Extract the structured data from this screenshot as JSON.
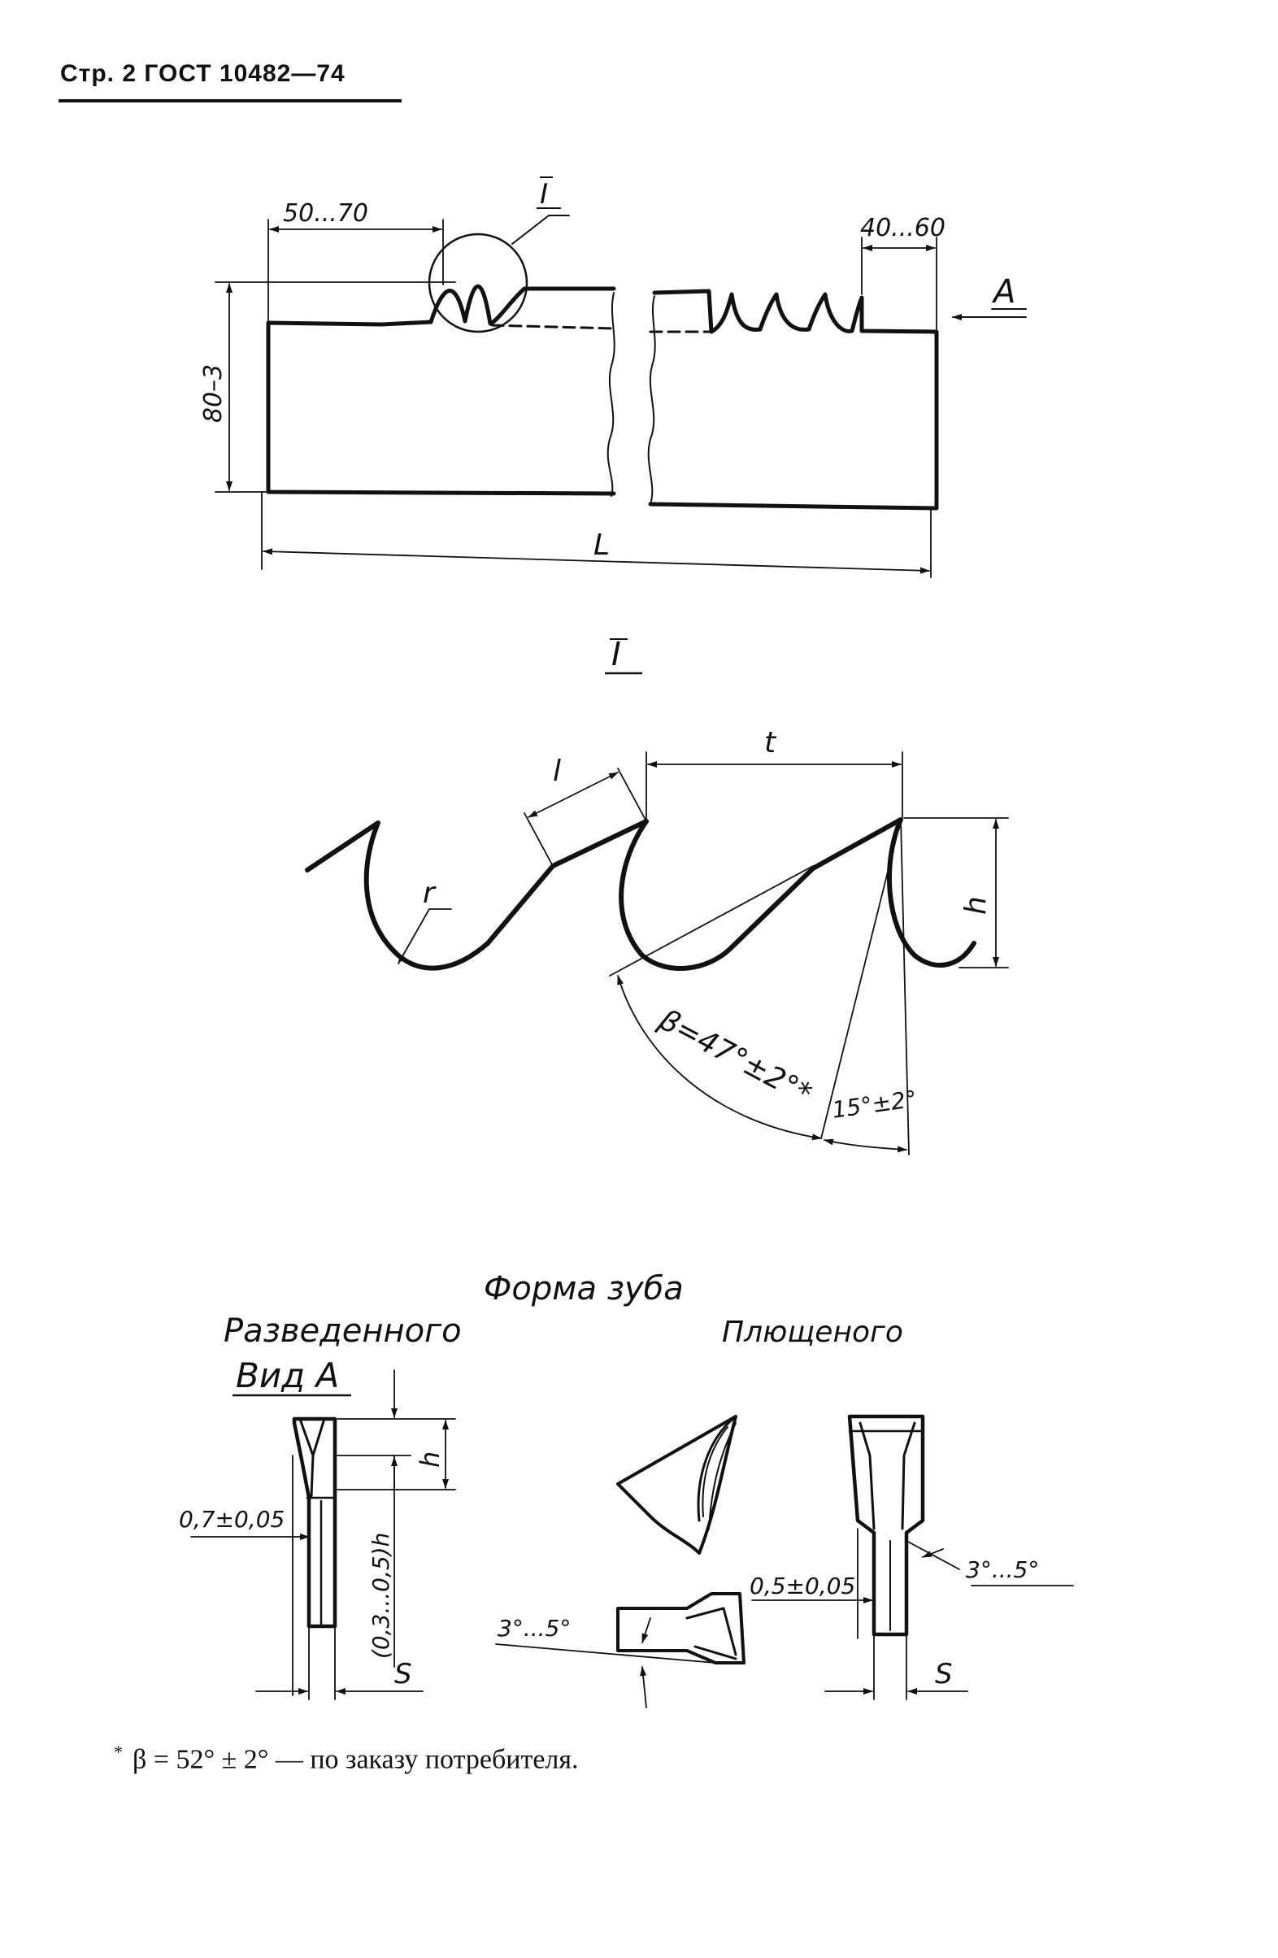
{
  "header": {
    "text": "Стр. 2 ГОСТ 10482—74"
  },
  "top_view": {
    "dim_left_teeth": "50...70",
    "detail_marker": "I",
    "dim_right_flat": "40...60",
    "view_arrow_label": "A",
    "dim_height": "80–3",
    "dim_length": "L"
  },
  "detail_view": {
    "title": "I",
    "label_pitch": "t",
    "label_land": "l",
    "label_radius": "r",
    "label_height": "h",
    "angle_beta": "β=47°±2°*",
    "angle_rake": "15°±2°"
  },
  "tooth_form": {
    "title": "Форма зуба",
    "set_label": "Разведенного",
    "view_label": "Вид A",
    "swaged_label": "Плющеного",
    "dim_set_width": "0,7±0,05",
    "dim_set_depth": "(0,3...0,5)h",
    "label_h": "h",
    "label_s_left": "S",
    "dim_swage_width": "0,5±0,05",
    "angle_side_right": "3°...5°",
    "angle_side_bottom": "3°...5°",
    "label_s_right": "S"
  },
  "footnote": {
    "mark": "*",
    "text": "β = 52° ± 2° — по заказу потребителя."
  }
}
